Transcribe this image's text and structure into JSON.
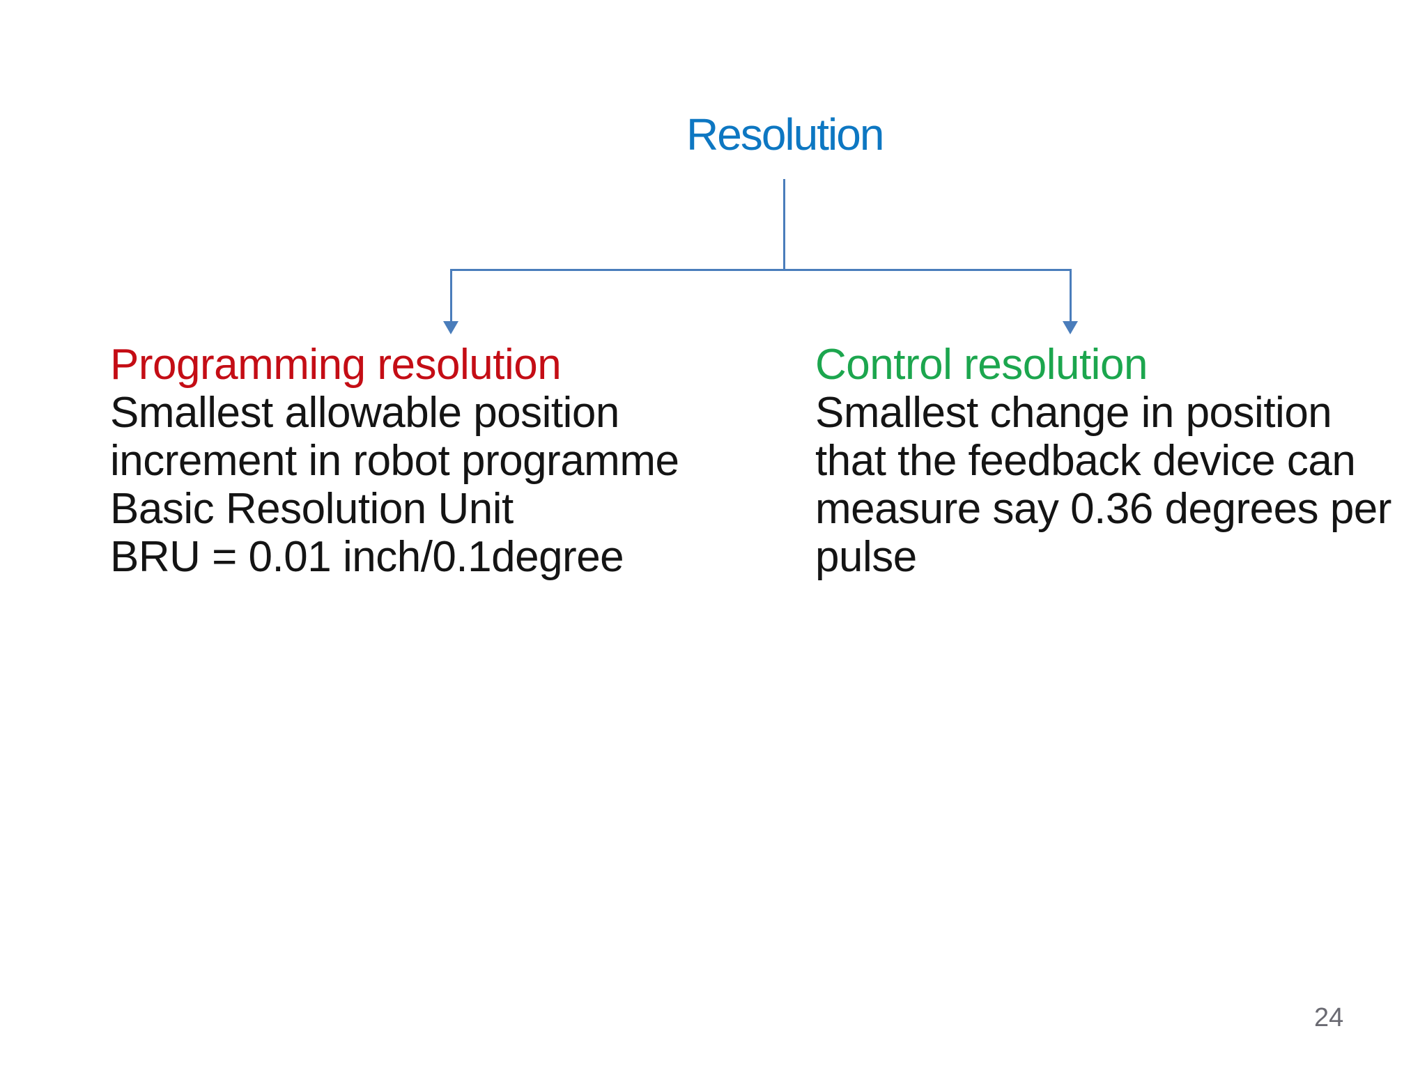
{
  "slide": {
    "title": "Resolution",
    "page_number": "24",
    "tree": {
      "root_label": "Resolution",
      "branches": [
        {
          "heading": "Programming resolution",
          "heading_color": "#c40d15",
          "lines": [
            "Smallest allowable position",
            "increment in robot programme",
            "Basic Resolution Unit",
            "BRU = 0.01 inch/0.1degree"
          ]
        },
        {
          "heading": "Control resolution",
          "heading_color": "#1ca64e",
          "lines": [
            "Smallest change in position",
            "that the feedback device can",
            "measure say 0.36 degrees per",
            "pulse"
          ]
        }
      ]
    },
    "colors": {
      "background": "#ffffff",
      "title_blue": "#0d77c2",
      "connector_blue": "#4a7dbb",
      "heading_red": "#c40d15",
      "heading_green": "#1ca64e",
      "body_text": "#141414",
      "page_number_gray": "#6a6a72"
    }
  }
}
